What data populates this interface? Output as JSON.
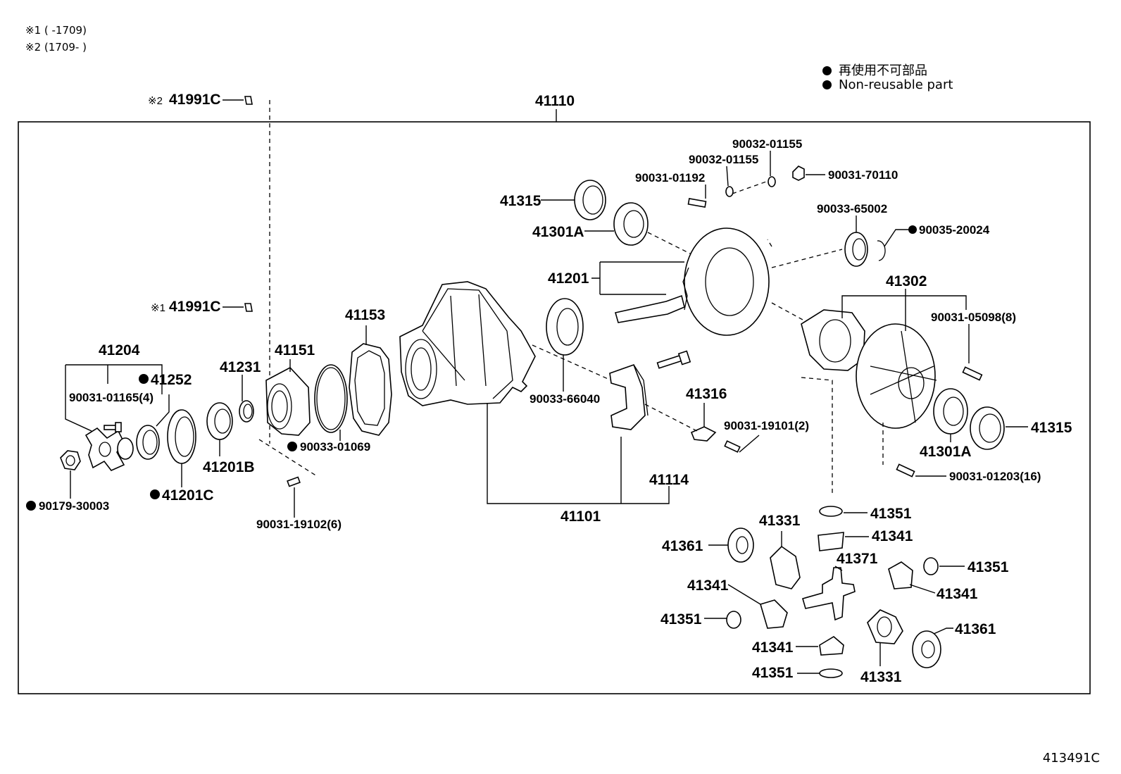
{
  "notes": [
    "※1 ( -1709)",
    "※2 (1709- )"
  ],
  "legend": {
    "ja": "再使用不可部品",
    "en": "Non-reusable part"
  },
  "drawing_id": "413491C",
  "labels": {
    "l41110": "41110",
    "l41991C_2": "41991C",
    "l41991C_1": "41991C",
    "mark2": "※2",
    "mark1": "※1",
    "l41204": "41204",
    "l41252": "41252",
    "l90031_01165": "90031-01165(4)",
    "l90179_30003": "90179-30003",
    "l41201C": "41201C",
    "l41201B": "41201B",
    "l41231": "41231",
    "l41151": "41151",
    "l90033_01069": "90033-01069",
    "l90031_19102": "90031-19102(6)",
    "l41153": "41153",
    "l41101": "41101",
    "l41114": "41114",
    "l41201": "41201",
    "l90033_66040": "90033-66040",
    "l41315_top": "41315",
    "l41301A_top": "41301A",
    "l90031_01192": "90031-01192",
    "l90032_01155_a": "90032-01155",
    "l90032_01155_b": "90032-01155",
    "l90031_70110": "90031-70110",
    "l90033_65002": "90033-65002",
    "l90035_20024": "90035-20024",
    "l41316": "41316",
    "l90031_19101": "90031-19101(2)",
    "l41302": "41302",
    "l90031_05098": "90031-05098(8)",
    "l41315_right": "41315",
    "l41301A_right": "41301A",
    "l90031_01203": "90031-01203(16)",
    "l41351_a": "41351",
    "l41341_a": "41341",
    "l41331_a": "41331",
    "l41361_a": "41361",
    "l41371": "41371",
    "l41351_b": "41351",
    "l41341_b": "41341",
    "l41341_c": "41341",
    "l41351_c": "41351",
    "l41341_d": "41341",
    "l41361_b": "41361",
    "l41351_d": "41351",
    "l41331_b": "41331"
  }
}
